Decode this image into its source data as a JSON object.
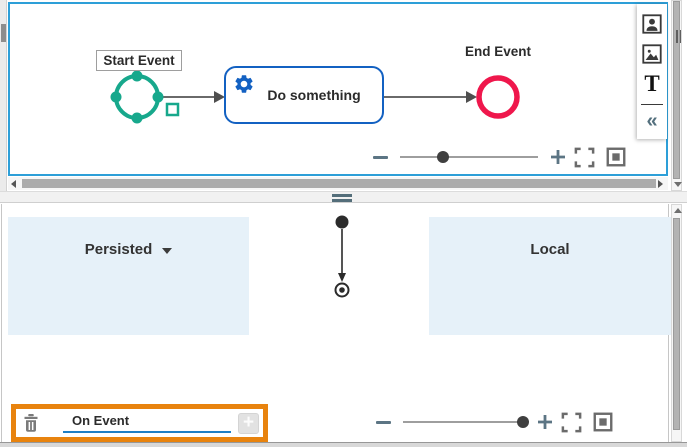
{
  "top_panel": {
    "diagram": {
      "start_event_label": "Start Event",
      "task_label": "Do something",
      "end_event_label": "End Event"
    },
    "toolbar": {
      "text_tool_label": "T",
      "collapse_label": "«",
      "icons": [
        "portrait-icon",
        "image-icon",
        "text-icon",
        "collapse-icon"
      ]
    },
    "zoom": {
      "slider_pct": 31,
      "icons": [
        "zoom-out-icon",
        "zoom-in-icon",
        "fullscreen-icon",
        "fit-screen-icon"
      ]
    }
  },
  "bottom_panel": {
    "persisted_label": "Persisted",
    "local_label": "Local",
    "zoom": {
      "slider_pct": 98,
      "icons": [
        "zoom-out-icon",
        "zoom-in-icon",
        "fullscreen-icon",
        "fit-screen-icon"
      ]
    },
    "event_bar": {
      "value": "On Event",
      "add_label": "+",
      "icons": [
        "trash-icon",
        "add-icon"
      ]
    }
  },
  "colors": {
    "panel_border_blue": "#2D9FD8",
    "task_blue": "#1361C2",
    "event_teal": "#17A88C",
    "event_red": "#EF174C",
    "highlight_orange": "#E8830E",
    "lane_light_blue": "#E6F1F9",
    "input_underline_blue": "#1E7FC6"
  }
}
